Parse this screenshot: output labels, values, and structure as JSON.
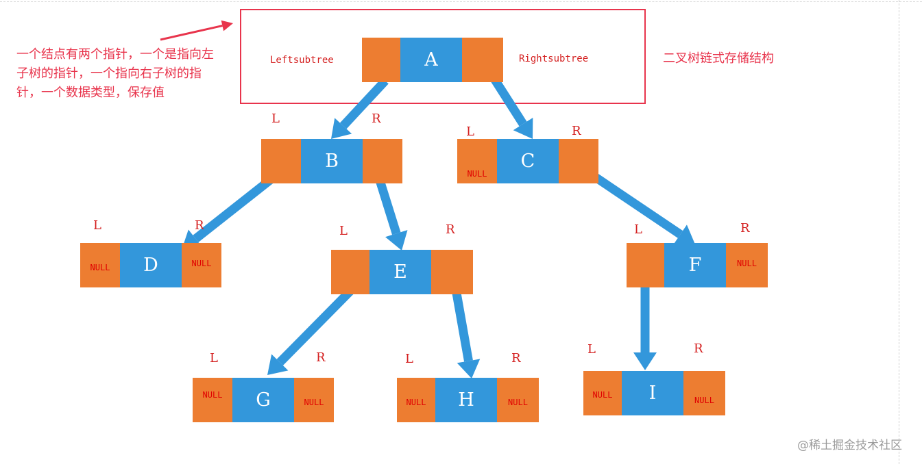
{
  "annotation": "一个结点有两个指针，一个是指向左子树的指针，一个指向右子树的指针，一个数据类型，保存值",
  "title": "二叉树链式存储结构",
  "left_subtree_label": "Leftsubtree",
  "right_subtree_label": "Rightsubtree",
  "left_label": "L",
  "right_label": "R",
  "null_label": "NULL",
  "watermark": "@稀土掘金技术社区",
  "colors": {
    "pointer": "#ed7d31",
    "data": "#3397db",
    "arrow": "#3397db",
    "accent": "#e8344c"
  },
  "nodes": [
    {
      "id": "A",
      "key": "A",
      "left": null,
      "right": null
    },
    {
      "id": "B",
      "key": "B",
      "left": null,
      "right": null
    },
    {
      "id": "C",
      "key": "C",
      "left": "NULL",
      "right": null
    },
    {
      "id": "D",
      "key": "D",
      "left": "NULL",
      "right": "NULL"
    },
    {
      "id": "E",
      "key": "E",
      "left": null,
      "right": null
    },
    {
      "id": "F",
      "key": "F",
      "left": null,
      "right": "NULL"
    },
    {
      "id": "G",
      "key": "G",
      "left": "NULL",
      "right": "NULL"
    },
    {
      "id": "H",
      "key": "H",
      "left": "NULL",
      "right": "NULL"
    },
    {
      "id": "I",
      "key": "I",
      "left": "NULL",
      "right": "NULL"
    }
  ],
  "edges": [
    {
      "from": "A",
      "to": "B",
      "side": "left"
    },
    {
      "from": "A",
      "to": "C",
      "side": "right"
    },
    {
      "from": "B",
      "to": "D",
      "side": "left"
    },
    {
      "from": "B",
      "to": "E",
      "side": "right"
    },
    {
      "from": "C",
      "to": "F",
      "side": "right"
    },
    {
      "from": "E",
      "to": "G",
      "side": "left"
    },
    {
      "from": "E",
      "to": "H",
      "side": "right"
    },
    {
      "from": "F",
      "to": "I",
      "side": "left"
    }
  ]
}
